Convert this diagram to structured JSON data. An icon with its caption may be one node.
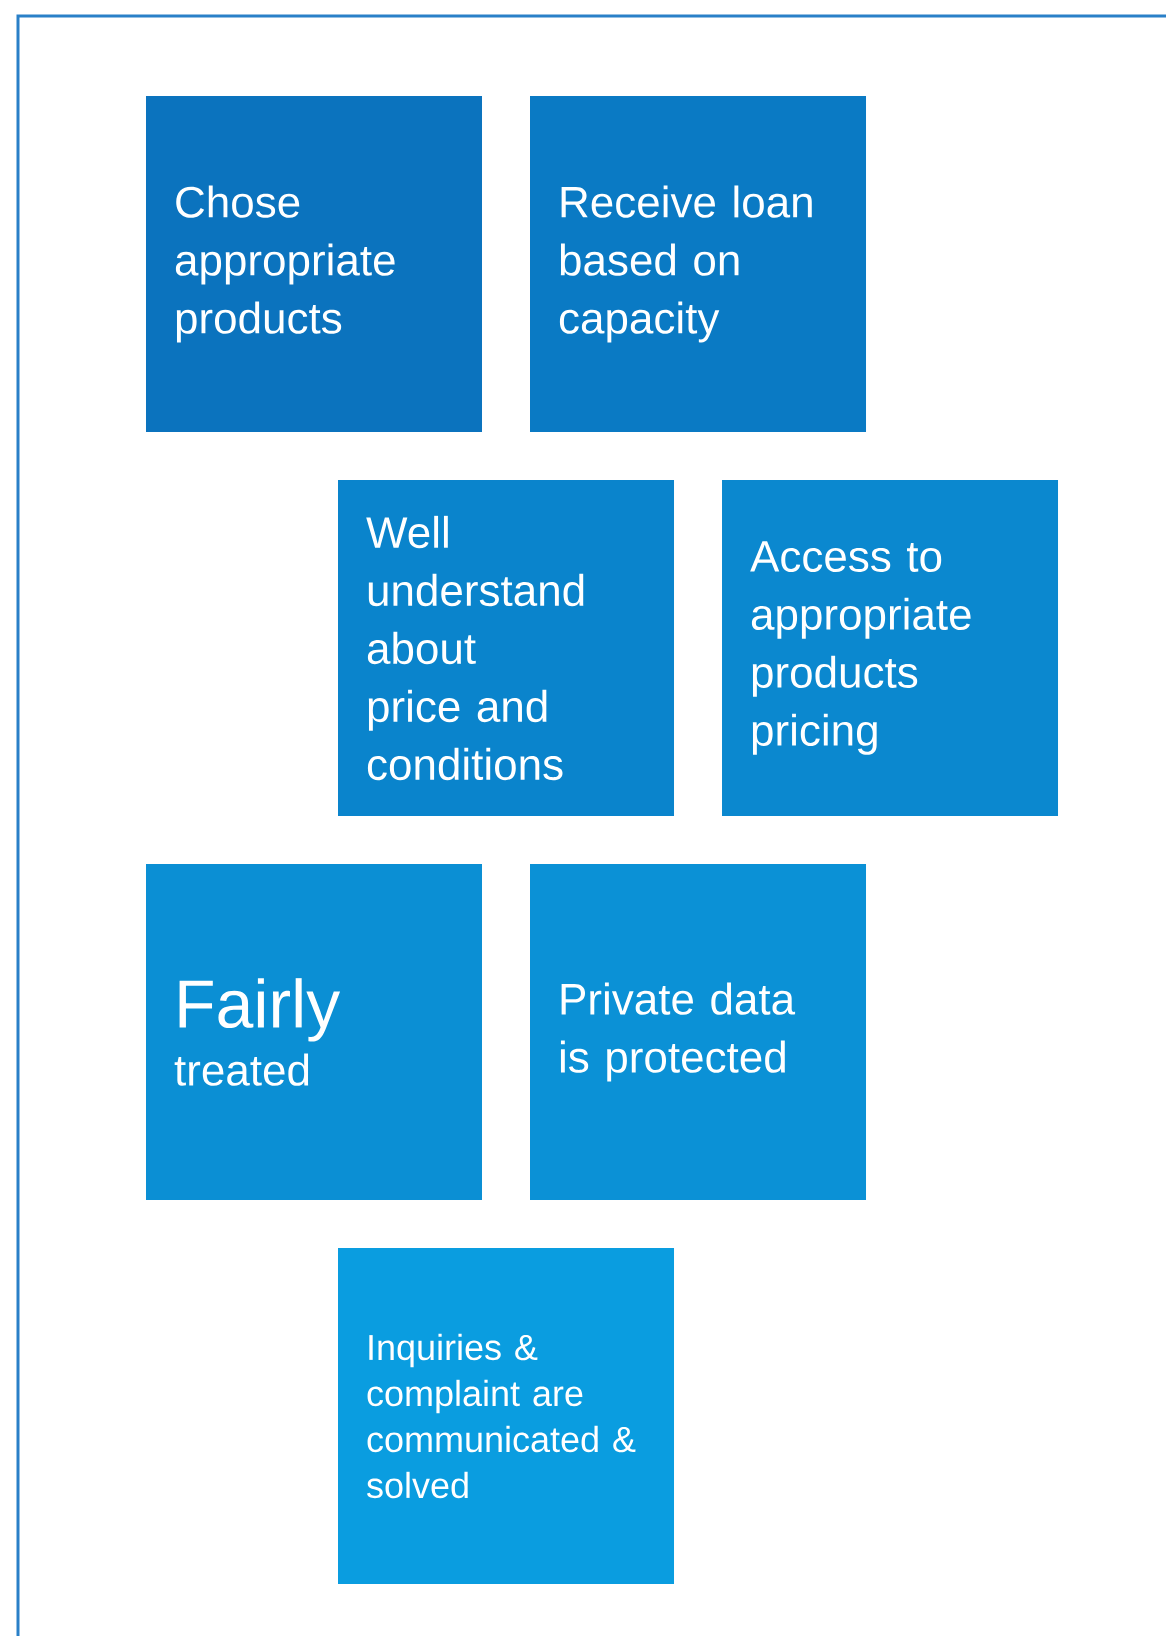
{
  "diagram": {
    "nodes": [
      {
        "text": [
          "Chose appropriate products"
        ]
      },
      {
        "text": [
          "Receive loan based on capacity"
        ]
      },
      {
        "text": [
          "Well understand about price and conditions"
        ]
      },
      {
        "text": [
          "Access to appropriate products pricing"
        ]
      },
      {
        "text": [
          "Fairly",
          "treated"
        ]
      },
      {
        "text": [
          "Private data is protected"
        ]
      },
      {
        "text": [
          "Inquiries & complaint are communicated & solved"
        ]
      }
    ]
  }
}
